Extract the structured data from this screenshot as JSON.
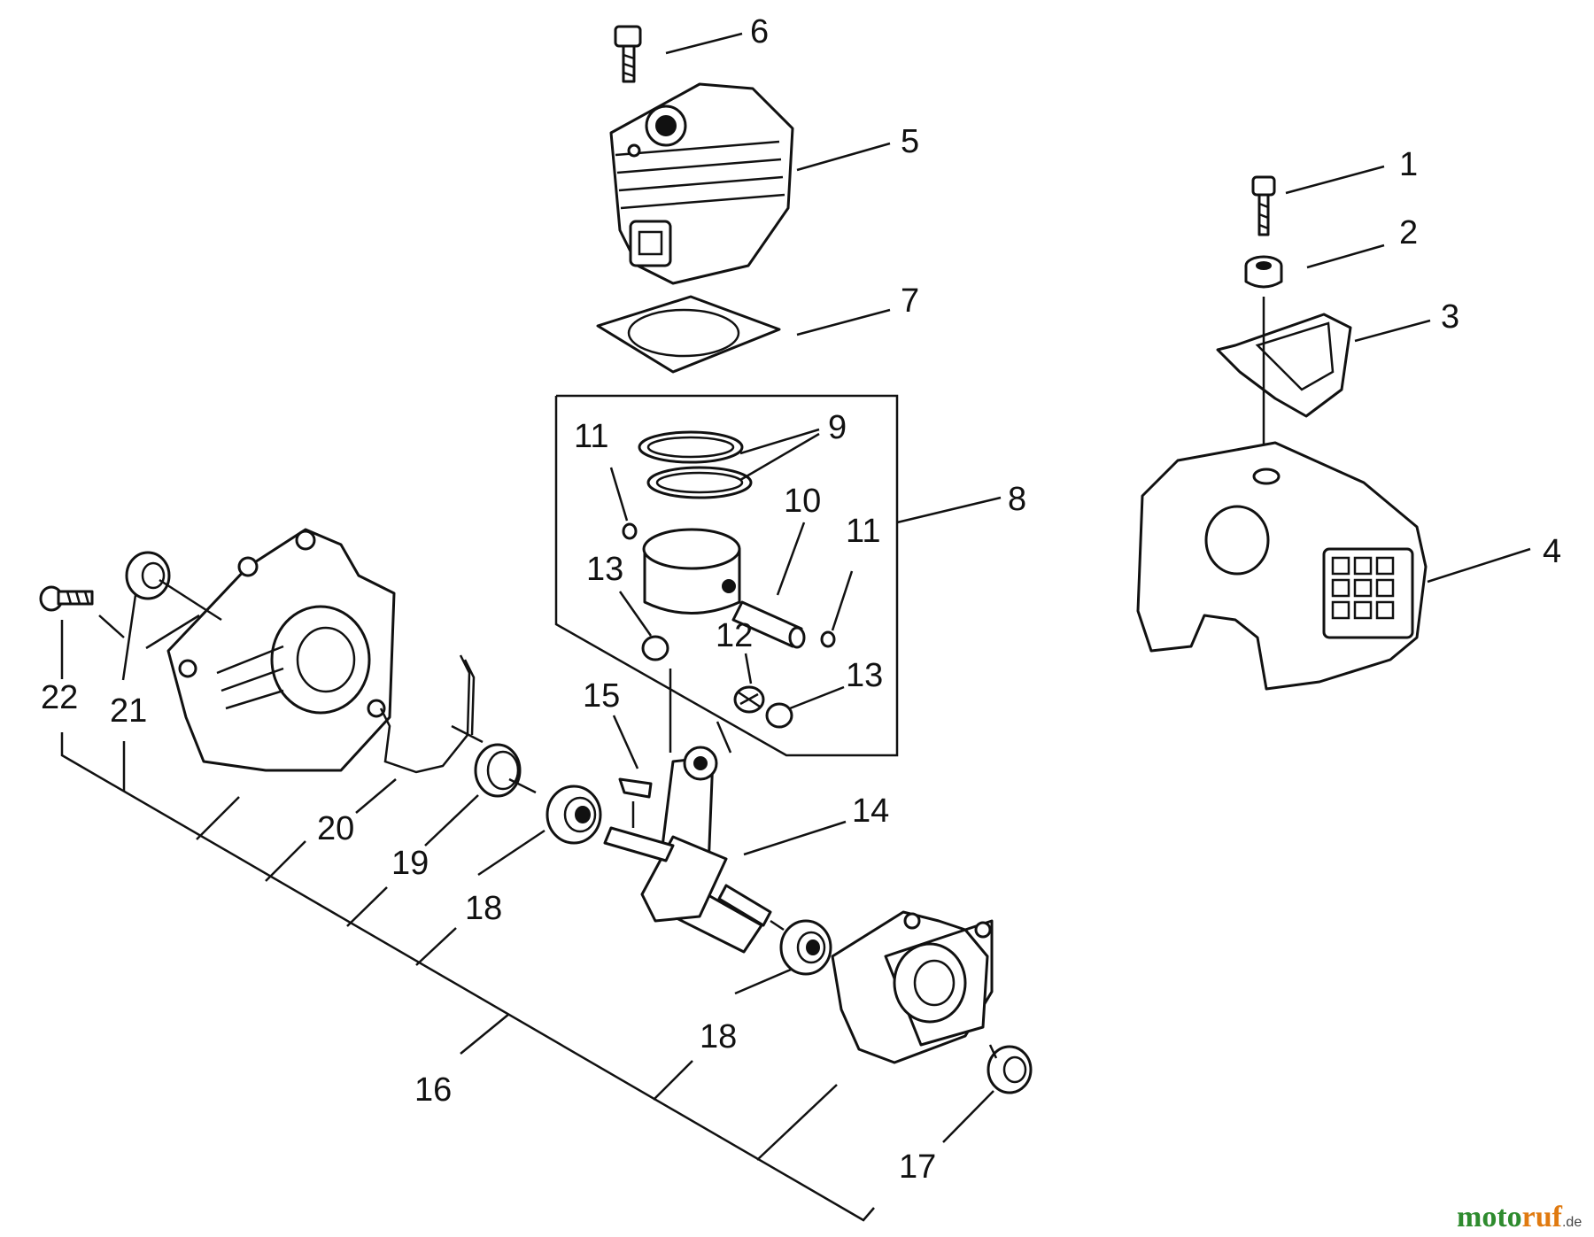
{
  "callouts": [
    {
      "id": "1",
      "text": "1"
    },
    {
      "id": "2",
      "text": "2"
    },
    {
      "id": "3",
      "text": "3"
    },
    {
      "id": "4",
      "text": "4"
    },
    {
      "id": "5",
      "text": "5"
    },
    {
      "id": "6",
      "text": "6"
    },
    {
      "id": "7",
      "text": "7"
    },
    {
      "id": "8",
      "text": "8"
    },
    {
      "id": "9",
      "text": "9"
    },
    {
      "id": "10",
      "text": "10"
    },
    {
      "id": "11a",
      "text": "11"
    },
    {
      "id": "11b",
      "text": "11"
    },
    {
      "id": "12",
      "text": "12"
    },
    {
      "id": "13a",
      "text": "13"
    },
    {
      "id": "13b",
      "text": "13"
    },
    {
      "id": "14",
      "text": "14"
    },
    {
      "id": "15",
      "text": "15"
    },
    {
      "id": "16",
      "text": "16"
    },
    {
      "id": "17",
      "text": "17"
    },
    {
      "id": "18a",
      "text": "18"
    },
    {
      "id": "18b",
      "text": "18"
    },
    {
      "id": "19",
      "text": "19"
    },
    {
      "id": "20",
      "text": "20"
    },
    {
      "id": "21",
      "text": "21"
    },
    {
      "id": "22",
      "text": "22"
    }
  ],
  "watermark": {
    "part1": "moto",
    "part2": "ruf",
    "suffix": ".de"
  }
}
